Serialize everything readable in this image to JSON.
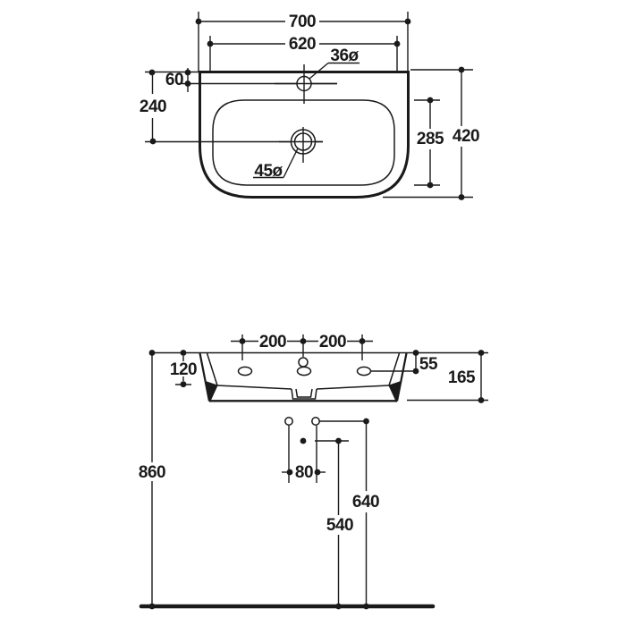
{
  "plan_view": {
    "overall_width": "700",
    "tap_ledge_width": "620",
    "tap_hole_diameter": "36ø",
    "tap_hole_setback": "60",
    "drain_setback": "240",
    "drain_diameter": "45ø",
    "bowl_front_to_back": "285",
    "overall_depth": "420"
  },
  "front_view": {
    "tap_spacing_left": "200",
    "tap_spacing_right": "200",
    "bowl_depth": "120",
    "slot_setback": "55",
    "body_height": "165",
    "rim_height": "860",
    "fixing_spacing": "80",
    "fixing_height": "640",
    "outlet_height": "540"
  },
  "colors": {
    "ink": "#1a1a1a",
    "background": "#ffffff"
  }
}
